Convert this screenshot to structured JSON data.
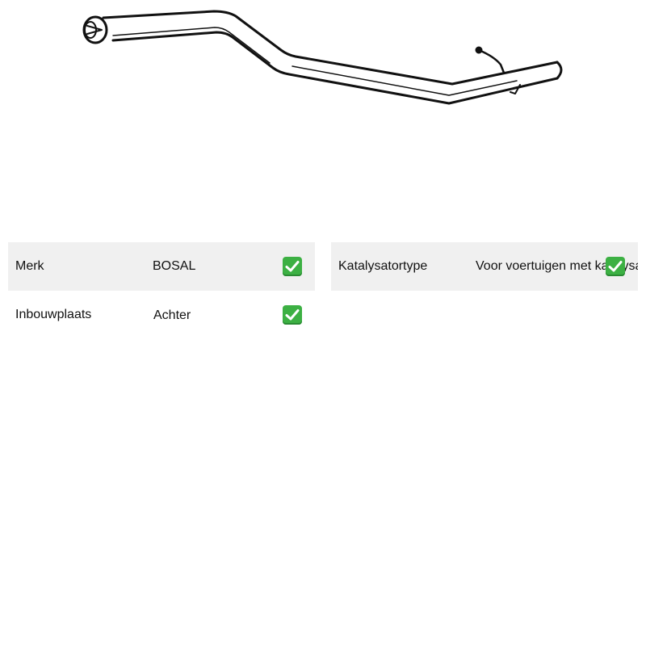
{
  "product": {
    "image_icon": "exhaust-pipe-drawing"
  },
  "specs_left": [
    {
      "label": "Merk",
      "value": "BOSAL",
      "status_icon": "check-icon"
    },
    {
      "label": "Inbouwplaats",
      "value": "Achter",
      "status_icon": "check-icon"
    }
  ],
  "specs_right": [
    {
      "label": "Katalysatortype",
      "value": "Voor voertuigen met katalysator en roetfilter",
      "status_icon": "check-icon"
    }
  ],
  "colors": {
    "row_shade": "#f0f0f0",
    "check_green": "#3cb043",
    "line": "#111111"
  }
}
